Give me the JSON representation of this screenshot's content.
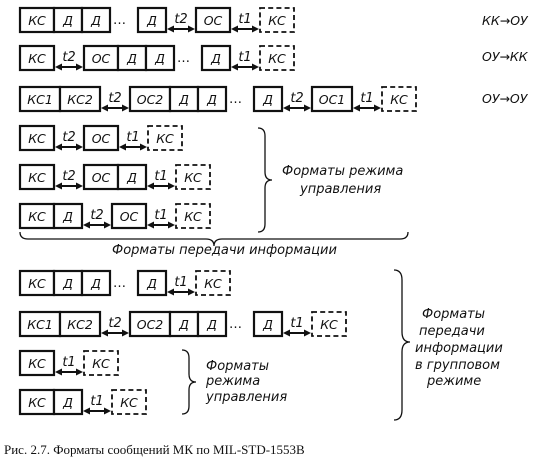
{
  "rows": [
    {
      "cells": [
        "КС",
        "Д",
        "Д",
        "…",
        "Д",
        "t2",
        "ОС",
        "t1",
        "КС"
      ],
      "side": "КК→ОУ"
    },
    {
      "cells": [
        "КС",
        "t2",
        "ОС",
        "Д",
        "Д",
        "…",
        "Д",
        "t1",
        "КС"
      ],
      "side": "ОУ→КК"
    },
    {
      "cells": [
        "КС1",
        "КС2",
        "t2",
        "ОС2",
        "Д",
        "Д",
        "…",
        "Д",
        "t2",
        "ОС1",
        "t1",
        "КС"
      ],
      "side": "ОУ→ОУ"
    },
    {
      "cells": [
        "КС",
        "t2",
        "ОС",
        "t1",
        "КС"
      ]
    },
    {
      "cells": [
        "КС",
        "t2",
        "ОС",
        "Д",
        "t1",
        "КС"
      ]
    },
    {
      "cells": [
        "КС",
        "Д",
        "t2",
        "ОС",
        "t1",
        "КС"
      ]
    },
    {
      "cells": [
        "КС",
        "Д",
        "Д",
        "…",
        "Д",
        "t1",
        "КС"
      ]
    },
    {
      "cells": [
        "КС1",
        "КС2",
        "t2",
        "ОС2",
        "Д",
        "Д",
        "…",
        "Д",
        "t1",
        "КС"
      ]
    },
    {
      "cells": [
        "КС",
        "t1",
        "КС"
      ]
    },
    {
      "cells": [
        "КС",
        "Д",
        "t1",
        "КС"
      ]
    }
  ],
  "groups": {
    "control_modes": [
      "Форматы режима",
      "управления"
    ],
    "info_transfer": "Форматы передачи информации",
    "group_transfer": [
      "Форматы",
      "передачи",
      "информации",
      "в групповом",
      "режиме"
    ],
    "group_control": [
      "Форматы",
      "режима",
      "управления"
    ]
  },
  "caption": "Рис. 2.7. Форматы сообщений МК по MIL-STD-1553В"
}
